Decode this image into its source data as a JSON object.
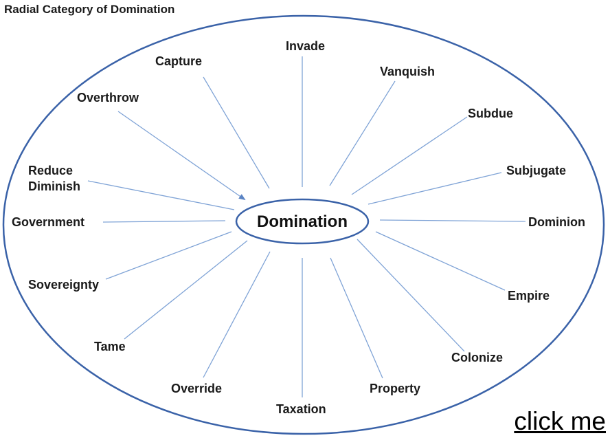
{
  "title": "Radial Category of Domination",
  "center": "Domination",
  "terms": {
    "invade": "Invade",
    "capture": "Capture",
    "vanquish": "Vanquish",
    "overthrow": "Overthrow",
    "subdue": "Subdue",
    "subjugate": "Subjugate",
    "reduce_diminish": "Reduce\nDiminish",
    "government": "Government",
    "dominion": "Dominion",
    "sovereignty": "Sovereignty",
    "empire": "Empire",
    "tame": "Tame",
    "colonize": "Colonize",
    "override": "Override",
    "property": "Property",
    "taxation": "Taxation"
  },
  "link": {
    "label": "click me"
  },
  "colors": {
    "ellipse": "#3a62a8",
    "spokes": "#7fa3d6",
    "text": "#1a1a1a"
  }
}
